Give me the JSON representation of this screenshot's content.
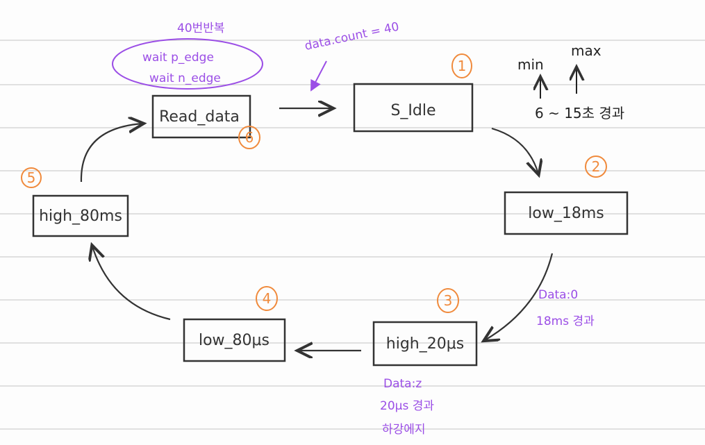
{
  "states": [
    {
      "id": "s_idle",
      "label": "S_Idle",
      "number": "1"
    },
    {
      "id": "low_18ms",
      "label": "low_18ms",
      "number": "2"
    },
    {
      "id": "high_20us",
      "label": "high_20μs",
      "number": "3"
    },
    {
      "id": "low_80us",
      "label": "low_80μs",
      "number": "4"
    },
    {
      "id": "high_80ms",
      "label": "high_80ms",
      "number": "5"
    },
    {
      "id": "read_data",
      "label": "Read_data",
      "number": "6"
    }
  ],
  "annotations": {
    "repeat": "40번반복",
    "wait_p_edge": "wait p_edge",
    "wait_n_edge": "wait n_edge",
    "data_count": "data.count = 40",
    "min": "min",
    "max": "max",
    "idle_time": "6 ~ 15초 경과",
    "low18_data": "Data:0",
    "low18_elapsed": "18ms 경과",
    "high20_data": "Data:z",
    "high20_elapsed": "20μs 경과",
    "high20_edge": "하강에지"
  },
  "colors": {
    "annotation": "#9b4ee6",
    "number": "#f08a3c",
    "ink": "#333333"
  }
}
